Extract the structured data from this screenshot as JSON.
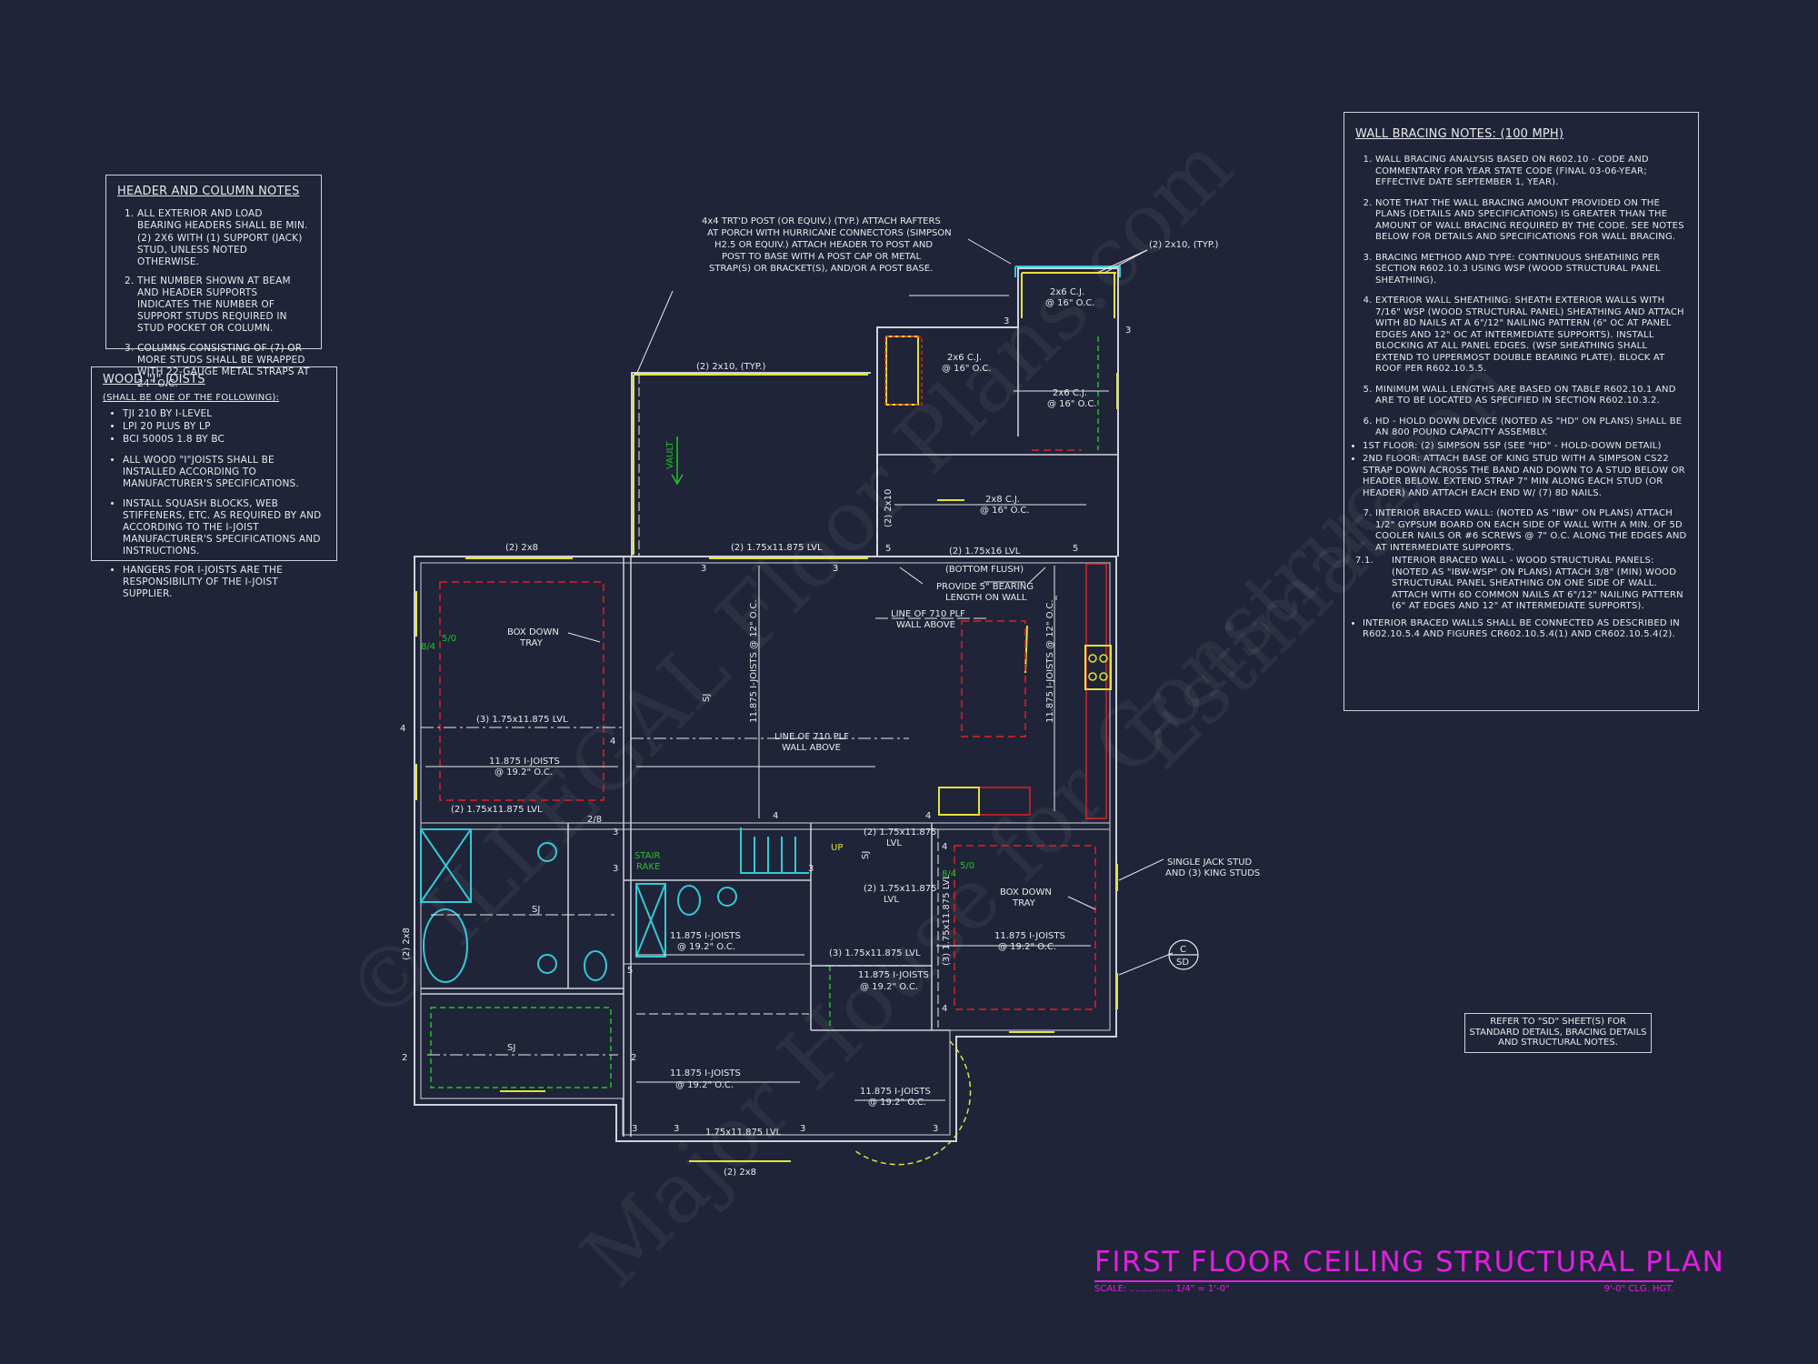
{
  "watermark": {
    "line1": "© ILLEGAL Floor Plans.com",
    "line2": "Major House for Construction",
    "line3": "Estimated"
  },
  "colors": {
    "background": "#1f2438",
    "wall": "#cfd2dc",
    "header_yellow": "#e3e33a",
    "cyan": "#35c9d6",
    "red_dash": "#e02020",
    "green": "#22c422",
    "title_magenta": "#e020e0"
  },
  "header_notes": {
    "title": "HEADER AND COLUMN NOTES",
    "items": [
      "ALL EXTERIOR AND LOAD BEARING HEADERS SHALL BE MIN. (2) 2x6 WITH (1) SUPPORT (JACK) STUD, UNLESS NOTED OTHERWISE.",
      "THE NUMBER SHOWN AT BEAM AND HEADER SUPPORTS INDICATES THE NUMBER OF SUPPORT STUDS REQUIRED IN STUD POCKET OR COLUMN.",
      "COLUMNS CONSISTING OF (7) OR MORE STUDS SHALL BE WRAPPED WITH 22-GAUGE METAL STRAPS AT 24\" O.C."
    ]
  },
  "joist_notes": {
    "title": "WOOD \"I\" JOISTS",
    "subtitle": "(SHALL BE ONE OF THE FOLLOWING):",
    "options": [
      "TJI 210 BY I-LEVEL",
      "LPI 20 PLUS BY LP",
      "BCI 5000s 1.8 BY BC"
    ],
    "items": [
      "ALL WOOD \"I\"JOISTS SHALL BE INSTALLED ACCORDING TO MANUFACTURER'S SPECIFICATIONS.",
      "INSTALL SQUASH BLOCKS, WEB STIFFENERS, ETC. AS REQUIRED BY AND ACCORDING TO THE I-JOIST MANUFACTURER'S SPECIFICATIONS AND INSTRUCTIONS.",
      "HANGERS FOR I-JOISTS ARE THE RESPONSIBILITY OF THE I-JOIST SUPPLIER."
    ]
  },
  "bracing_notes": {
    "title": "WALL BRACING NOTES: (100 MPH)",
    "items": [
      "WALL BRACING ANALYSIS BASED ON R602.10 - CODE AND COMMENTARY FOR YEAR STATE CODE (FINAL 03-06-YEAR; EFFECTIVE DATE SEPTEMBER 1, YEAR).",
      "NOTE THAT THE WALL BRACING AMOUNT PROVIDED ON THE PLANS (DETAILS AND SPECIFICATIONS) IS GREATER THAN THE AMOUNT OF WALL BRACING REQUIRED BY THE CODE. SEE NOTES BELOW FOR DETAILS AND SPECIFICATIONS FOR WALL BRACING.",
      "BRACING METHOD AND TYPE: CONTINUOUS SHEATHING PER SECTION R602.10.3 USING WSP (WOOD STRUCTURAL PANEL SHEATHING).",
      "EXTERIOR WALL SHEATHING: SHEATH EXTERIOR WALLS WITH 7/16\" WSP (WOOD STRUCTURAL PANEL) SHEATHING AND ATTACH WITH 8d NAILS AT A 6\"/12\" NAILING PATTERN (6\" OC AT PANEL EDGES AND 12\" OC AT INTERMEDIATE SUPPORTS). INSTALL BLOCKING AT ALL PANEL EDGES. (WSP SHEATHING SHALL EXTEND TO UPPERMOST DOUBLE BEARING PLATE). BLOCK AT ROOF PER R602.10.5.5.",
      "MINIMUM WALL LENGTHS ARE BASED ON TABLE R602.10.1 AND ARE TO BE LOCATED AS SPECIFIED IN SECTION R602.10.3.2.",
      "HD - HOLD DOWN DEVICE (NOTED AS \"HD\" ON PLANS) SHALL BE AN 800 POUND CAPACITY ASSEMBLY.",
      "INTERIOR BRACED WALL: (NOTED AS \"IBW\" ON PLANS) ATTACH 1/2\" GYPSUM BOARD ON EACH SIDE OF WALL WITH A MIN. OF 5d COOLER NAILS OR #6 SCREWS @ 7\" O.C. ALONG THE EDGES AND AT INTERMEDIATE SUPPORTS."
    ],
    "bullets_after_6": [
      "1ST FLOOR: (2) SIMPSON SSP (SEE \"HD\" - HOLD-DOWN DETAIL)",
      "2ND FLOOR: ATTACH BASE OF KING STUD WITH A SIMPSON CS22 STRAP DOWN ACROSS THE BAND AND DOWN TO A STUD BELOW OR HEADER BELOW. EXTEND STRAP 7\" MIN ALONG EACH STUD (OR HEADER) AND ATTACH EACH END W/ (7) 8d NAILS."
    ],
    "sub_7_1_label": "7.1.",
    "sub_7_1": "INTERIOR BRACED WALL - WOOD STRUCTURAL PANELS: (NOTED AS \"IBW-WSP\" ON PLANS) ATTACH 3/8\" (MIN) WOOD STRUCTURAL PANEL SHEATHING ON ONE SIDE OF WALL. ATTACH WITH 6d COMMON NAILS AT 6\"/12\" NAILING PATTERN (6\" AT EDGES AND 12\" AT INTERMEDIATE SUPPORTS).",
    "final_bullet": "INTERIOR BRACED WALLS SHALL BE CONNECTED AS DESCRIBED IN R602.10.5.4 AND FIGURES CR602.10.5.4(1) AND CR602.10.5.4(2)."
  },
  "refer_note": "REFER TO \"SD\" SHEET(S) FOR STANDARD DETAILS, BRACING DETAILS AND STRUCTURAL NOTES.",
  "title_block": {
    "title": "FIRST FLOOR CEILING STRUCTURAL PLAN",
    "scale": "SCALE: ............... 1/4\" = 1'-0\"",
    "height": "9'-0\" CLG. HGT."
  },
  "plan_labels": {
    "post_note": [
      "4x4 TRT'D POST (OR EQUIV.) (TYP.) ATTACH RAFTERS",
      "AT PORCH WITH HURRICANE CONNECTORS (SIMPSON",
      "H2.5 OR EQUIV.) ATTACH HEADER TO POST AND",
      "POST TO BASE WITH A POST CAP OR METAL",
      "STRAP(S) OR BRACKET(S), AND/OR A POST BASE."
    ],
    "porch_header": "(2) 2x10, (TYP.)",
    "porch_header_right": "(2) 2x10, (TYP.)",
    "vault": "VAULT",
    "cj_top": "2x6 C.J.",
    "cj_top_oc": "@ 16\" O.C.",
    "cj_left": "2x6 C.J.",
    "cj_left_oc": "@ 16\" O.C.",
    "cj_right": "2x6 C.J.",
    "cj_right_oc": "@ 16\" O.C.",
    "cj_mid": "2x8 C.J.",
    "cj_mid_oc": "@ 16\" O.C.",
    "hdr_2x10": "(2) 2x10",
    "hdr_2x8_top": "(2) 2x8",
    "lvl_top": "(2) 1.75x11.875 LVL",
    "lvl_1_75x16": "(2) 1.75x16 LVL",
    "bottom_flush": "(BOTTOM FLUSH)",
    "bearing": [
      "PROVIDE 5\" BEARING",
      "LENGTH ON WALL"
    ],
    "line_710_top": [
      "LINE OF 710 PLF",
      "WALL ABOVE"
    ],
    "line_710_mid": [
      "LINE OF 710 PLF",
      "WALL ABOVE"
    ],
    "box_tray_1": [
      "BOX DOWN",
      "TRAY"
    ],
    "box_tray_2": [
      "BOX DOWN",
      "TRAY"
    ],
    "lvl3_left": "(3) 1.75x11.875 LVL",
    "ij_left": "11.875 I-JOISTS",
    "ij_left_oc": "@ 19.2\" O.C.",
    "ij_vert1": "11.875 I-JOISTS @ 12\" O.C.",
    "ij_vert2": "11.875 I-JOISTS @ 12\" O.C.",
    "sj": "SJ",
    "lvl2_left_lower": "(2) 1.75x11.875 LVL",
    "stair_rake": [
      "STAIR",
      "RAKE"
    ],
    "up": "UP",
    "lvl2_stair1": [
      "(2) 1.75x11.875",
      "LVL"
    ],
    "lvl2_stair2": [
      "(2) 1.75x11.875",
      "LVL"
    ],
    "ij_mid1": "11.875 I-JOISTS",
    "ij_mid1_oc": "@ 19.2\" O.C.",
    "lvl3_mid": "(3) 1.75x11.875 LVL",
    "ij_mid2": "11.875 I-JOISTS",
    "ij_mid2_oc": "@ 19.2\" O.C.",
    "lvl3_vert": "(3) 1.75x11.875 LVL",
    "ij_right": "11.875 I-JOISTS",
    "ij_right_oc": "@ 19.2\" O.C.",
    "hdr_2x8_left": "(2) 2x8",
    "ij_lower": "11.875 I-JOISTS",
    "ij_lower_oc": "@ 19.2\" O.C.",
    "ij_bay": "11.875 I-JOISTS",
    "ij_bay_oc": "@ 19.2\" O.C.",
    "lvl_bottom": "1.75x11.875 LVL",
    "hdr_2x8_bottom": "(2) 2x8",
    "jack_stud": [
      "SINGLE JACK STUD",
      "AND (3) KING STUDS"
    ],
    "section_tag_top": "C",
    "section_tag_bottom": "SD",
    "hd_label": "8/4",
    "sd_label": "5/0",
    "stud_2": "2",
    "stud_3": "3",
    "stud_4": "4",
    "stud_5": "5",
    "stud_2_8": "2/8"
  }
}
